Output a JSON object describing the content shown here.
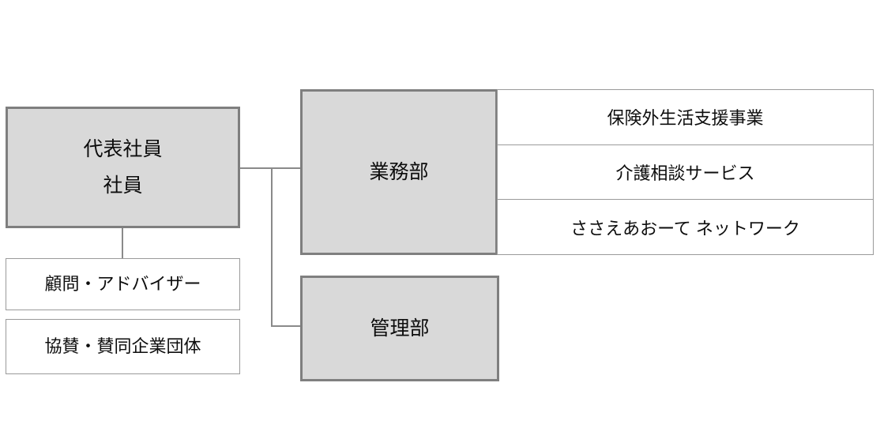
{
  "chart": {
    "nodes": {
      "representative": {
        "line1": "代表社員",
        "line2": "社員"
      },
      "advisor": {
        "label": "顧問・アドバイザー"
      },
      "sponsor": {
        "label": "協賛・賛同企業団体"
      },
      "business_dept": {
        "label": "業務部"
      },
      "admin_dept": {
        "label": "管理部"
      },
      "business_items": [
        {
          "label": "保険外生活支援事業"
        },
        {
          "label": "介護相談サービス"
        },
        {
          "label": "ささえあおーて ネットワーク"
        }
      ]
    },
    "colors": {
      "filled_box_bg": "#d9d9d9",
      "filled_box_border": "#7f7f7f",
      "plain_box_bg": "#ffffff",
      "plain_box_border": "#9a9a9a",
      "connector": "#8a8a8a",
      "text": "#0d0d0d"
    }
  }
}
